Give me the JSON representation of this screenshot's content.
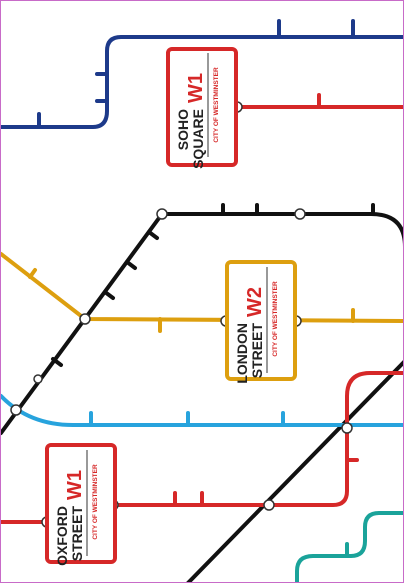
{
  "colors": {
    "navy": "#1d3a8a",
    "red": "#d62828",
    "black": "#111111",
    "orange": "#dd9f0f",
    "blue": "#27a3dd",
    "teal": "#1aa39a",
    "text": "#222222"
  },
  "signs": {
    "soho": {
      "line1": "SOHO",
      "line2": "SQUARE",
      "district": "W1",
      "sub": "CITY OF WESTMINSTER"
    },
    "london": {
      "line1": "LONDON",
      "line2": "STREET",
      "district": "W2",
      "sub": "CITY OF WESTMINSTER"
    },
    "oxford": {
      "line1": "OXFORD",
      "line2": "STREET",
      "district": "W1",
      "sub": "CITY OF WESTMINSTER"
    }
  }
}
